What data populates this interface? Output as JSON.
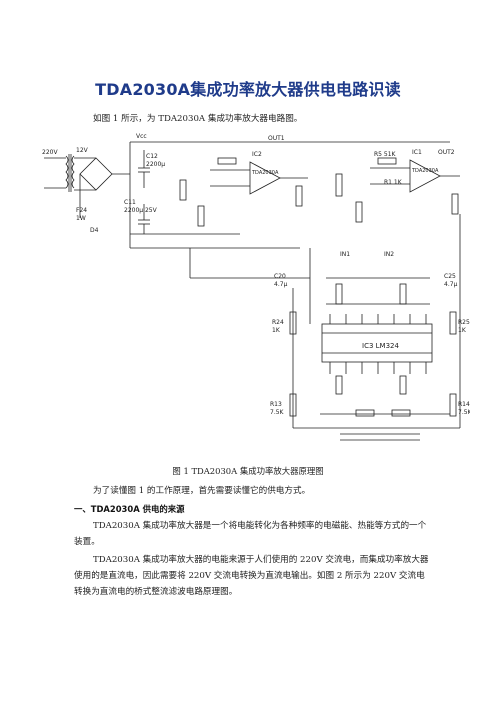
{
  "document": {
    "title": "TDA2030A集成功率放大器供电电路识读",
    "intro": "如图 1 所示，为 TDA2030A 集成功率放大器电路图。",
    "figure_caption": "图 1 TDA2030A 集成功率放大器原理图",
    "para_after_figure": "为了读懂图 1 的工作原理，首先需要读懂它的供电方式。",
    "section_heading": "一、TDA2030A 供电的来源",
    "section_para1": "TDA2030A 集成功率放大器是一个将电能转化为各种频率的电磁能、热能等方式的一个装置。",
    "section_para2": "TDA2030A 集成功率放大器的电能来源于人们使用的 220V 交流电，而集成功率放大器使用的是直流电，因此需要将 220V 交流电转换为直流电输出。如图 2 所示为 220V 交流电转换为直流电的桥式整流滤波电路原理图。"
  },
  "schematic": {
    "ic_labels": [
      "IC1 TDA2030A",
      "IC2 TDA2030A",
      "IC3 LM324"
    ],
    "output_labels": [
      "OUT1",
      "OUT2"
    ],
    "supply_labels": [
      "220V",
      "12V",
      "Vcc"
    ],
    "component_labels": [
      "C11 2200μ 25V",
      "C12 2200μ",
      "R24 1K",
      "R25 1K",
      "R13 7.5K",
      "R14 7.5K",
      "C20 4.7μ",
      "C25 4.7μ",
      "D4",
      "F24 1W",
      "IN1",
      "IN2",
      "R1 1K",
      "R5 51K"
    ]
  }
}
